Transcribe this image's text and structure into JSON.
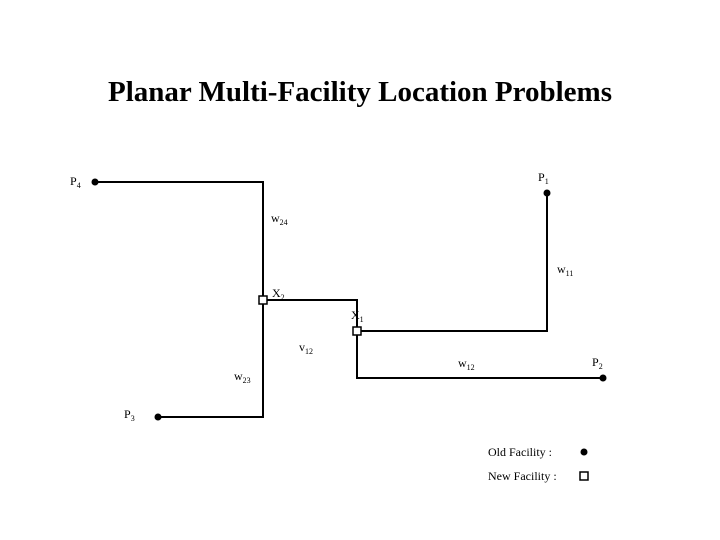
{
  "title": "Planar Multi-Facility Location Problems",
  "points": {
    "p1": {
      "base": "P",
      "sub": "1"
    },
    "p2": {
      "base": "P",
      "sub": "2"
    },
    "p3": {
      "base": "P",
      "sub": "3"
    },
    "p4": {
      "base": "P",
      "sub": "4"
    },
    "x1": {
      "base": "X",
      "sub": "1"
    },
    "x2": {
      "base": "X",
      "sub": "2"
    }
  },
  "weights": {
    "w24": {
      "base": "w",
      "sub": "24"
    },
    "w11": {
      "base": "w",
      "sub": "11"
    },
    "v12": {
      "base": "v",
      "sub": "12"
    },
    "w12": {
      "base": "w",
      "sub": "12"
    },
    "w23": {
      "base": "w",
      "sub": "23"
    }
  },
  "legend": {
    "old_facility": "Old Facility :",
    "new_facility": "New Facility :"
  }
}
